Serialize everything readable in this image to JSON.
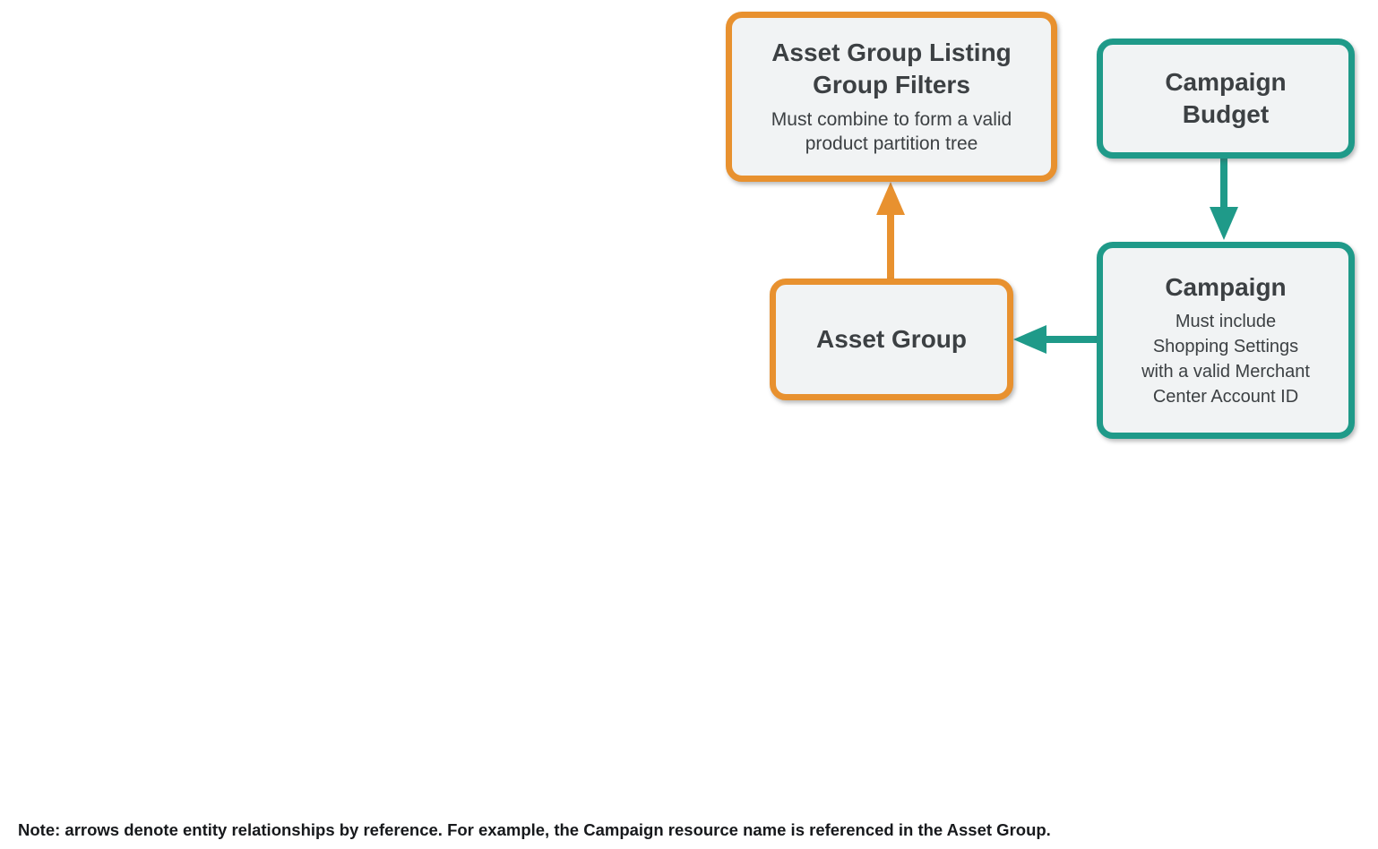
{
  "colors": {
    "orange": "#E8912F",
    "teal": "#1F9A89",
    "box-fill": "#F1F3F4",
    "title-text": "#3C4043",
    "subtitle-text": "#3C4043",
    "note-text": "#17191C",
    "background": "#FFFFFF"
  },
  "nodes": {
    "listing_filters": {
      "title": "Asset Group Listing\nGroup Filters",
      "subtitle": "Must combine to form a valid\nproduct partition tree",
      "accent": "orange"
    },
    "campaign_budget": {
      "title": "Campaign\nBudget",
      "accent": "teal"
    },
    "asset_group": {
      "title": "Asset Group",
      "accent": "orange"
    },
    "campaign": {
      "title": "Campaign",
      "subtitle": "Must include\nShopping Settings\nwith a valid Merchant\nCenter Account ID",
      "accent": "teal"
    }
  },
  "edges": [
    {
      "from": "Asset Group",
      "to": "Asset Group Listing Group Filters",
      "color": "orange"
    },
    {
      "from": "Campaign Budget",
      "to": "Campaign",
      "color": "teal"
    },
    {
      "from": "Campaign",
      "to": "Asset Group",
      "color": "teal"
    }
  ],
  "note": "Note: arrows denote entity relationships by reference. For example, the Campaign resource name is referenced in the Asset Group."
}
